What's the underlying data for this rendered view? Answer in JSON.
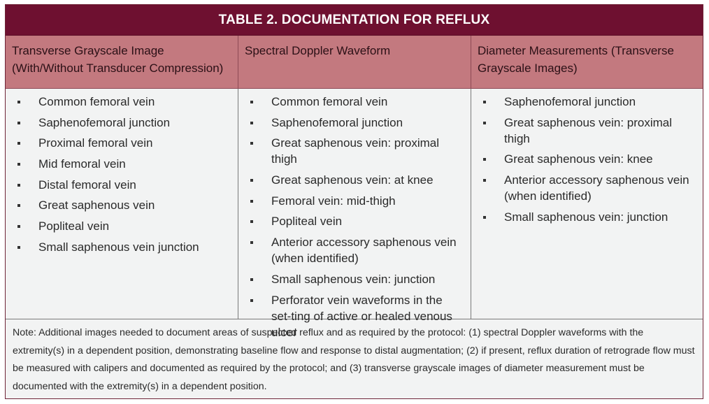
{
  "table": {
    "title": "TABLE 2.  DOCUMENTATION FOR REFLUX",
    "columns": [
      {
        "header_line1": "Transverse Grayscale Image",
        "header_line2": "(With/Without Transducer Compression)",
        "items": [
          "Common femoral vein",
          "Saphenofemoral junction",
          "Proximal femoral vein",
          "Mid femoral vein",
          "Distal femoral vein",
          "Great saphenous vein",
          "Popliteal vein",
          "Small saphenous vein junction"
        ]
      },
      {
        "header_line1": "Spectral Doppler Waveform",
        "header_line2": "",
        "items": [
          "Common femoral vein",
          "Saphenofemoral junction",
          "Great saphenous vein: proximal thigh",
          "Great saphenous vein: at knee",
          "Femoral vein: mid-thigh",
          "Popliteal vein",
          "Anterior accessory saphenous vein (when identified)",
          "Small saphenous vein: junction",
          "Perforator vein waveforms in the set-ting of active or healed venous ulcer"
        ]
      },
      {
        "header_line1": "Diameter Measurements (Transverse",
        "header_line2": "Grayscale Images)",
        "items": [
          "Saphenofemoral junction",
          "Great saphenous vein: proximal thigh",
          "Great saphenous vein: knee",
          "Anterior accessory saphenous vein (when identified)",
          "Small saphenous vein: junction"
        ]
      }
    ],
    "note": "Note: Additional images needed to document areas of suspected reflux and as required by the protocol: (1) spectral Doppler waveforms with the extremity(s) in a dependent position, demonstrating baseline flow and response to distal augmentation; (2) if present, reflux duration of retrograde flow must be measured with calipers and documented as required by the protocol; and (3) transverse grayscale images of diameter measurement must be documented with the extremity(s) in a dependent position."
  }
}
